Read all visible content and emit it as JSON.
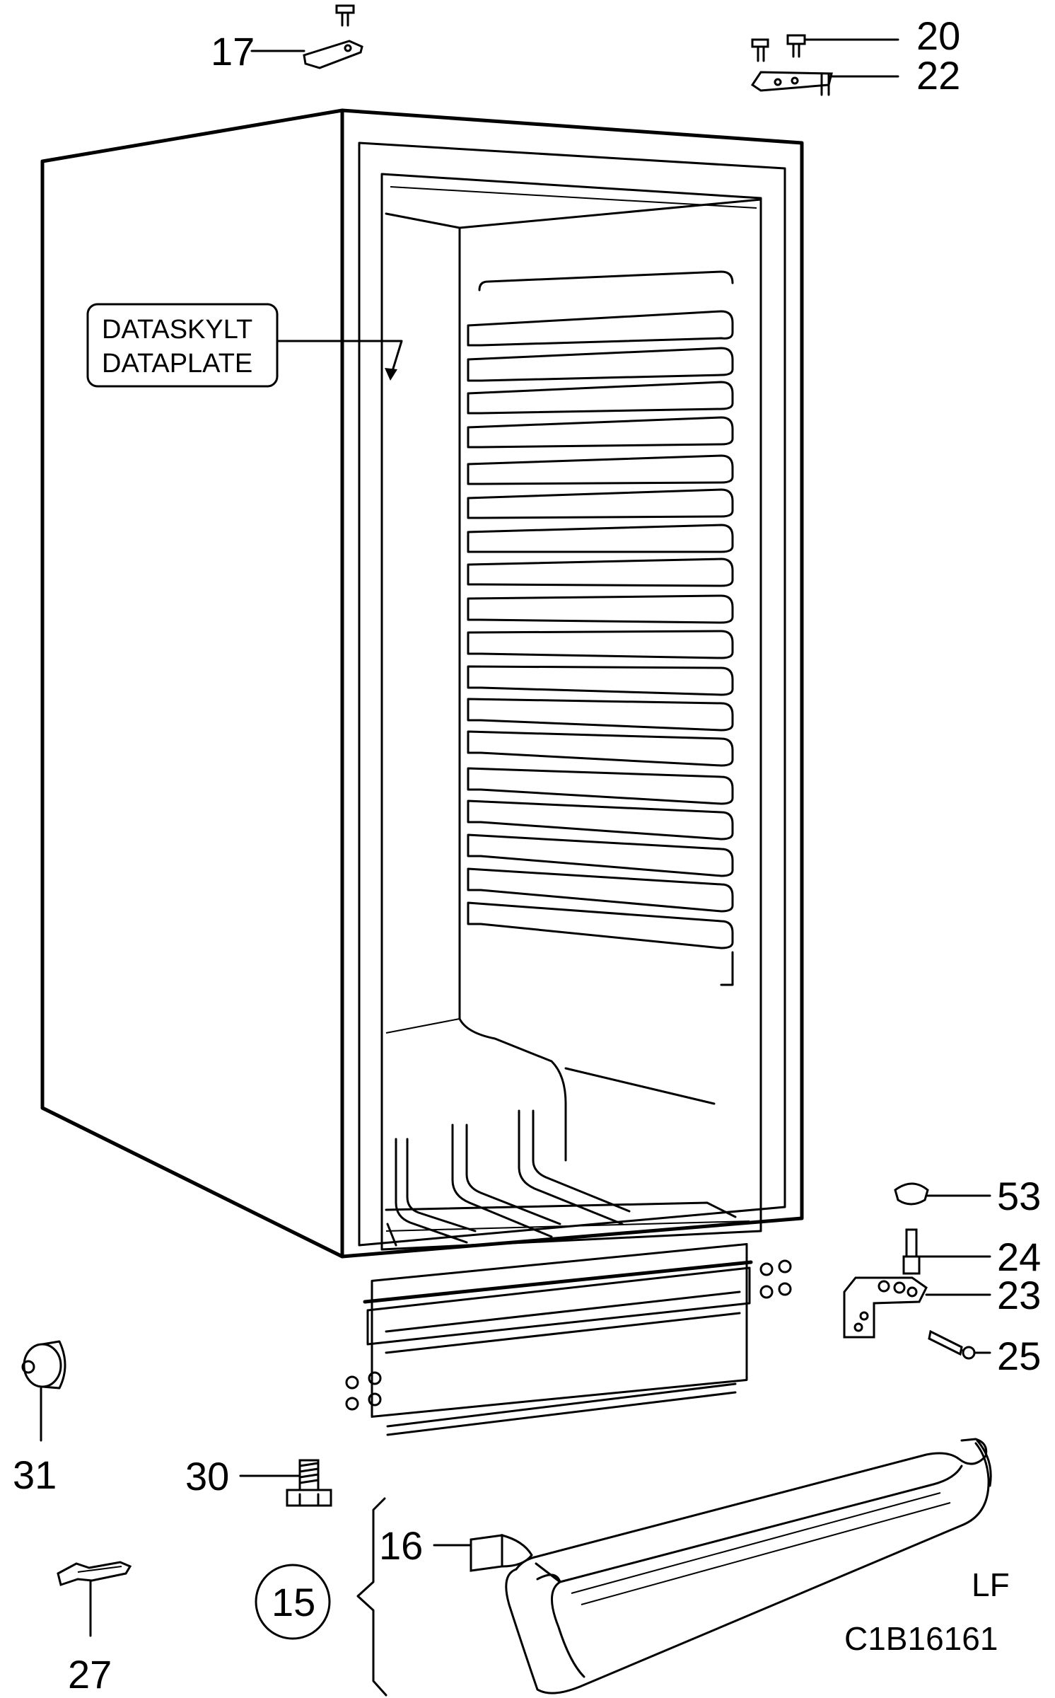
{
  "callouts": {
    "p17": "17",
    "p20": "20",
    "p22": "22",
    "p53": "53",
    "p24": "24",
    "p23": "23",
    "p25": "25",
    "p31": "31",
    "p30": "30",
    "p16": "16",
    "p15": "15",
    "p27": "27"
  },
  "data_plate": {
    "line1": "DATASKYLT",
    "line2": "DATAPLATE"
  },
  "drawing_codes": {
    "variant": "LF",
    "drawing_number": "C1B16161"
  }
}
